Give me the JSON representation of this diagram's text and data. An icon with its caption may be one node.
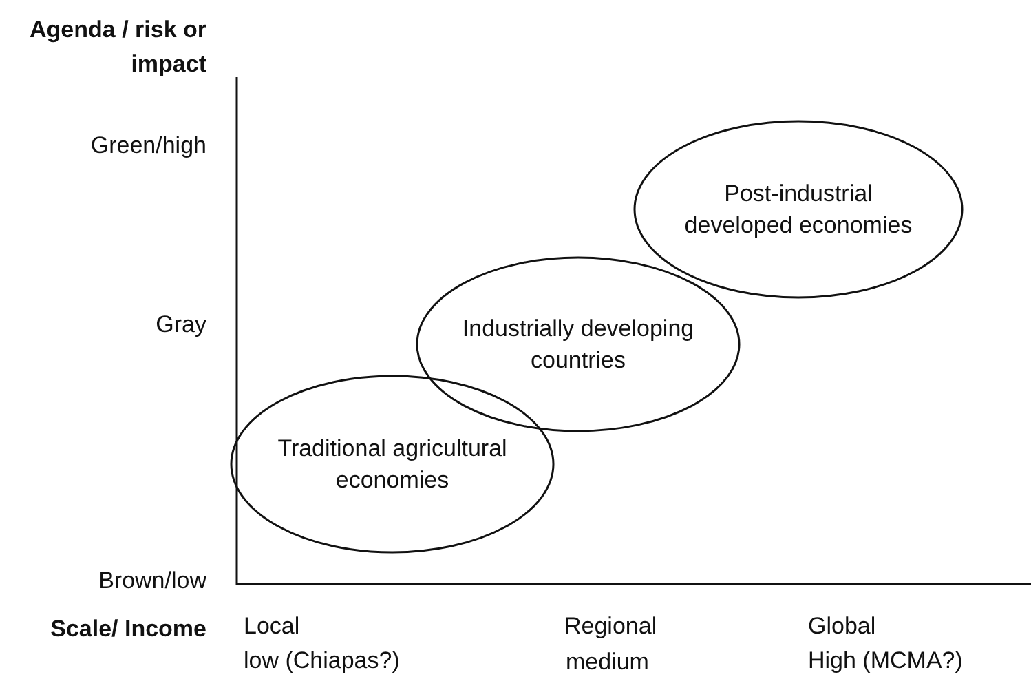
{
  "diagram": {
    "nodes": [
      {
        "text": [
          "Post-industrial developed economies"
        ]
      },
      {
        "text": [
          "Industrially developing countries"
        ]
      },
      {
        "text": [
          "Traditional agricultural economies"
        ]
      }
    ],
    "labels": [
      "Agenda / risk or impact",
      "Green/high",
      "Gray",
      "Brown/low",
      "Scale/ Income",
      "Local",
      "Regional",
      "Global",
      "low (Chiapas?)",
      "medium",
      "High (MCMA?)"
    ]
  }
}
